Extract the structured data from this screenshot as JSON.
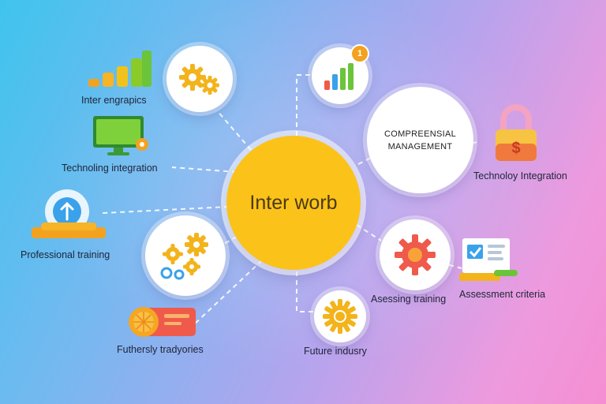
{
  "center": {
    "label": "Inter worb"
  },
  "management": {
    "line1": "COMPREENSIAL",
    "line2": "MANAGEMENT"
  },
  "labels": {
    "inter_engraphics": "Inter engrapics",
    "technoling_integration": "Technoling integration",
    "professional_training": "Professional training",
    "furthersly_tradjories": "Futhersly tradyories",
    "future_industry": "Future indusry",
    "assessing_training": "Asessing training",
    "assessment_criteria": "Assessment criteria",
    "technology_integration": "Technoloy Integration"
  },
  "badges": {
    "growth_badge": "1",
    "dollar_sign": "$"
  },
  "colors": {
    "center": "#fbc21a",
    "accent_green": "#6bc43a",
    "accent_orange": "#f3a21f",
    "accent_red": "#ef5a4b",
    "accent_blue": "#3a9ae8"
  },
  "icons": [
    "bar-chart-icon",
    "gears-icon",
    "monitor-icon",
    "growth-chart-icon",
    "upload-badge-icon",
    "gear-cluster-icon",
    "money-card-icon",
    "sun-gear-icon",
    "red-gear-icon",
    "checklist-screen-icon",
    "lock-dollar-icon"
  ]
}
